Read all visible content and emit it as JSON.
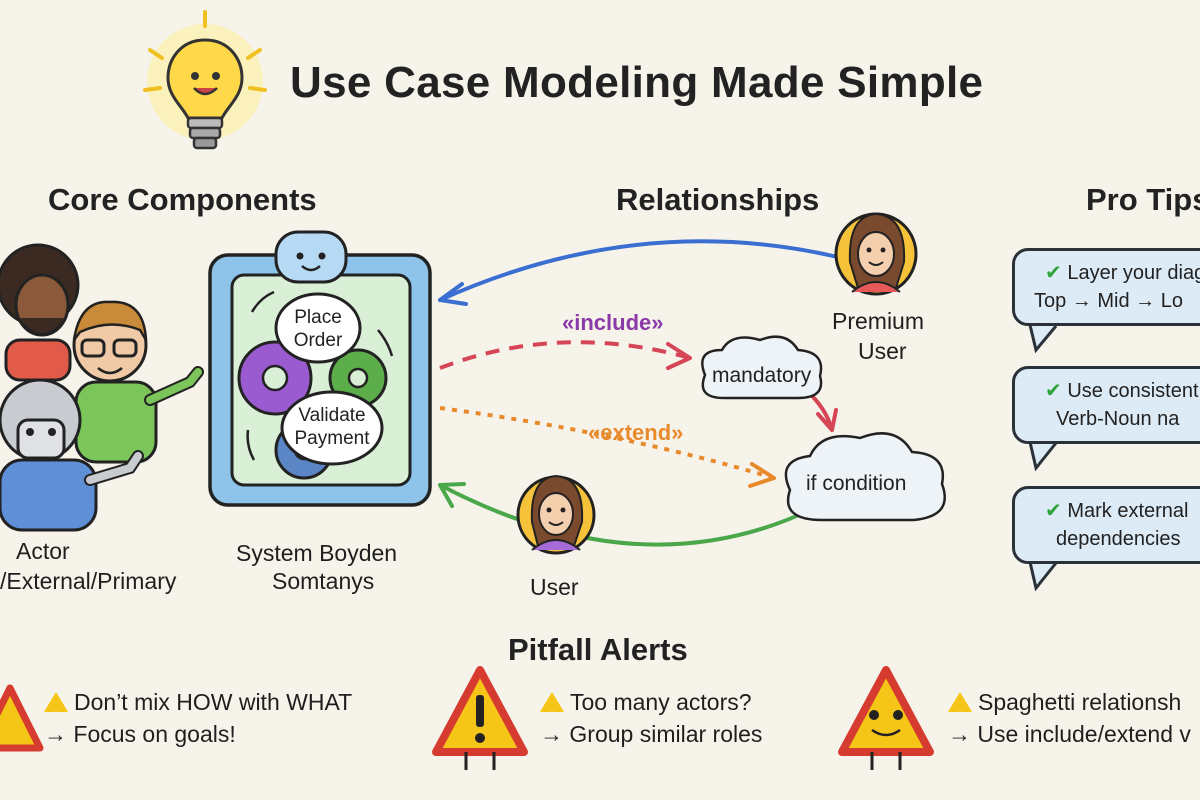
{
  "title": "Use Case Modeling Made Simple",
  "sections": {
    "core": "Core Components",
    "relationships": "Relationships",
    "tips": "Pro Tips",
    "pitfalls": "Pitfall Alerts"
  },
  "core": {
    "actor_caption_1": "Actor",
    "actor_caption_2": "/External/Primary",
    "system_caption_1": "System Boyden",
    "system_caption_2": "Somtanys",
    "bubble_place_1": "Place",
    "bubble_place_2": "Order",
    "bubble_validate_1": "Validate",
    "bubble_validate_2": "Payment"
  },
  "relationships": {
    "include_label": "«include»",
    "extend_label": "«extend»",
    "mandatory": "mandatory",
    "if_condition": "if condition",
    "premium_user_1": "Premium",
    "premium_user_2": "User",
    "user": "User"
  },
  "tips": [
    {
      "line1": "Layer your diag",
      "line2": "Top → Mid → Lo"
    },
    {
      "line1": "Use consistent",
      "line2": "Verb-Noun na"
    },
    {
      "line1": "Mark external",
      "line2": "dependencies"
    }
  ],
  "pitfalls": [
    {
      "line1": "Don’t mix HOW with WHAT",
      "line2": "→ Focus on goals!"
    },
    {
      "line1": "Too many actors?",
      "line2": "→ Group similar roles"
    },
    {
      "line1": "Spaghetti relationsh",
      "line2": "→ Use include/extend v"
    }
  ],
  "colors": {
    "include": "#d64555",
    "extend": "#e88a2c",
    "blue_arrow": "#3a6fd1",
    "green_arrow": "#4aa74a",
    "check": "#2ca43a",
    "warning_yellow": "#f5c518",
    "warning_red": "#d63b2f"
  }
}
